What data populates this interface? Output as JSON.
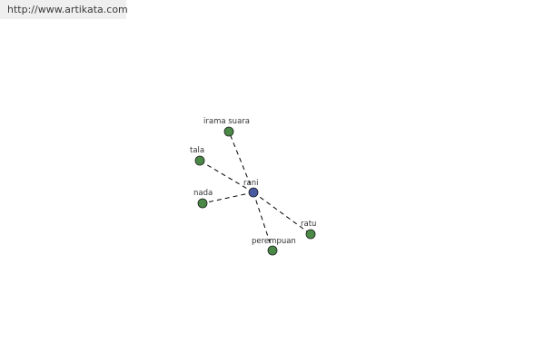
{
  "header": {
    "url_text": "http://www.artikata.com"
  },
  "graph": {
    "center": {
      "id": "rani",
      "label": "rani",
      "color": "#4a5aa0"
    },
    "related": [
      {
        "id": "irama-suara",
        "label": "irama suara",
        "color": "#4a8a46"
      },
      {
        "id": "tala",
        "label": "tala",
        "color": "#4a8a46"
      },
      {
        "id": "nada",
        "label": "nada",
        "color": "#4a8a46"
      },
      {
        "id": "ratu",
        "label": "ratu",
        "color": "#4a8a46"
      },
      {
        "id": "perempuan",
        "label": "perempuan",
        "color": "#4a8a46"
      }
    ],
    "edge_style": "dashed"
  }
}
